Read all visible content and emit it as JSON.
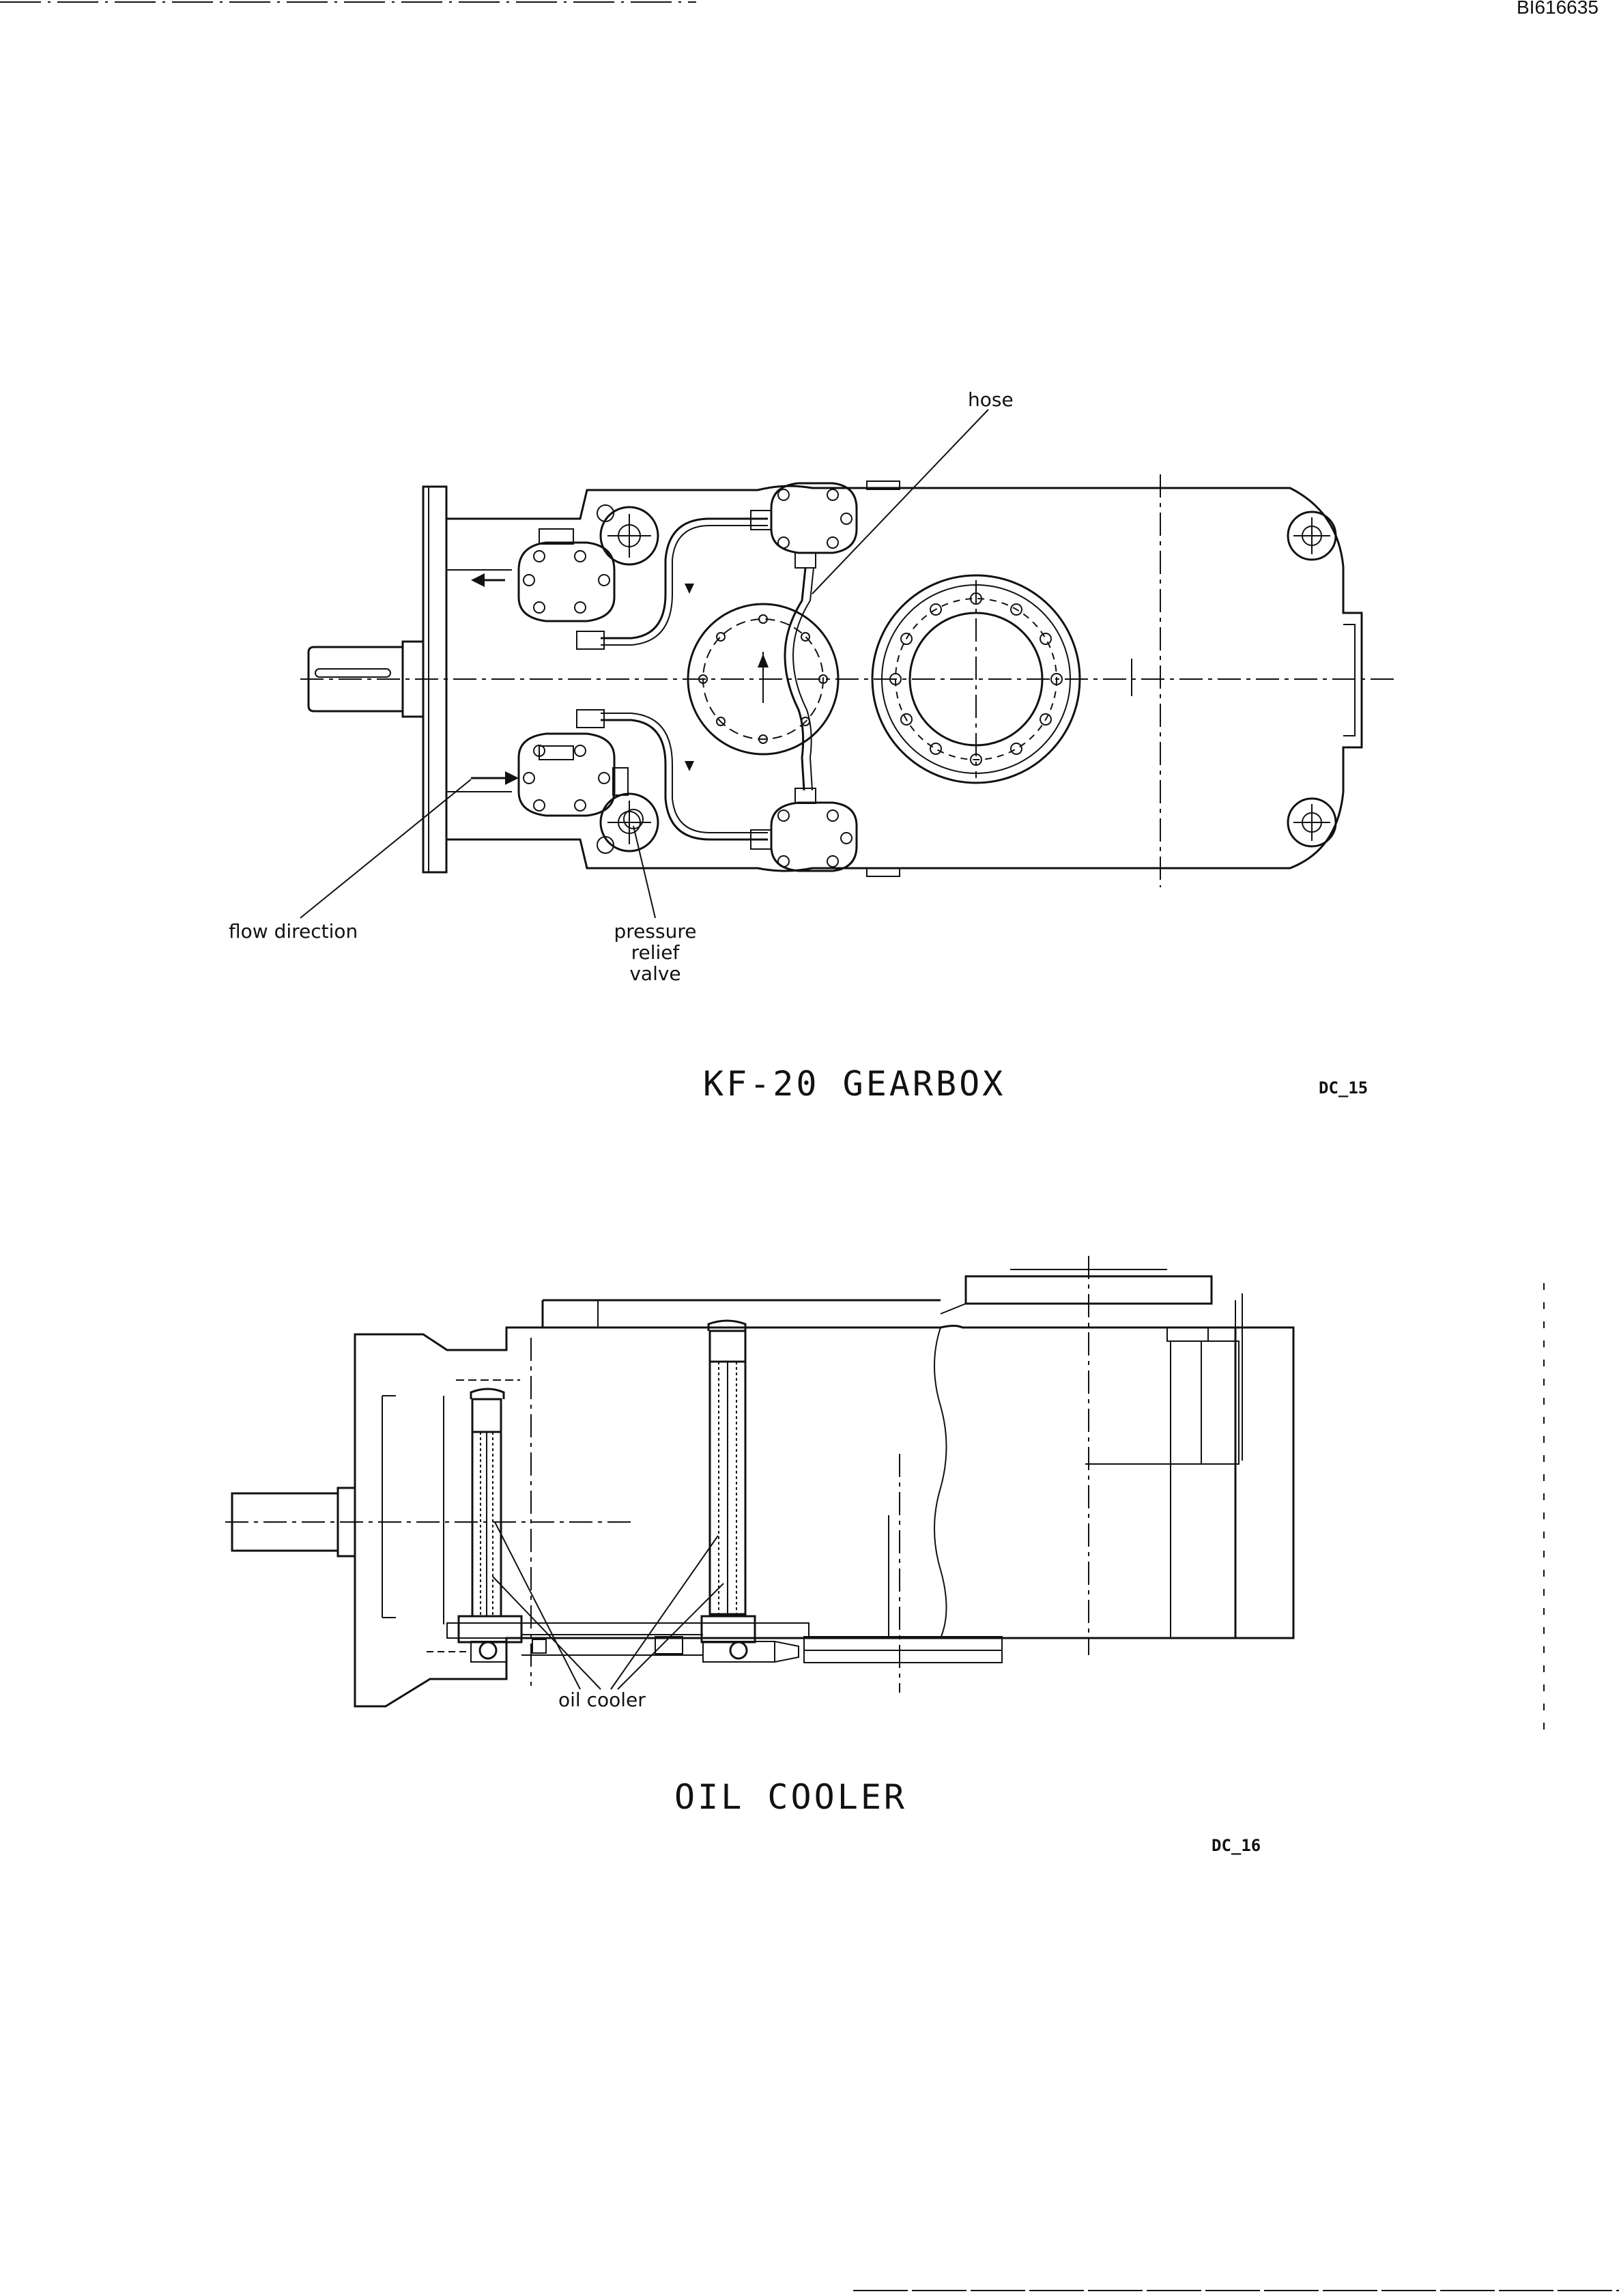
{
  "header": {
    "document_id": "BI616635"
  },
  "gearbox_view": {
    "labels": {
      "hose": "hose",
      "flow_direction": "flow direction",
      "pressure_relief_valve": [
        "pressure",
        "relief",
        "valve"
      ]
    },
    "title": "KF-20 GEARBOX",
    "code": "DC_15"
  },
  "oil_cooler_view": {
    "labels": {
      "oil_cooler": "oil cooler"
    },
    "title": "OIL COOLER",
    "code": "DC_16"
  }
}
